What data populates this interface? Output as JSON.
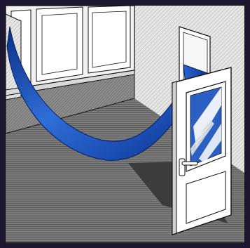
{
  "illustration": {
    "subject": "cross-ventilation-room",
    "elements": [
      "window-wall",
      "open-door",
      "airflow-arrow",
      "floor"
    ]
  },
  "colors": {
    "border": "#1c1630",
    "wall_light": "#ececec",
    "wall_hatch": "#b5b5b5",
    "floor": "#808080",
    "floor_dark": "#5c5c5c",
    "outline": "#111111",
    "arrow_light": "#2f6ed8",
    "arrow_dark": "#0b2f86",
    "frame_white": "#ffffff",
    "door_shadow": "#3c3c3c"
  }
}
